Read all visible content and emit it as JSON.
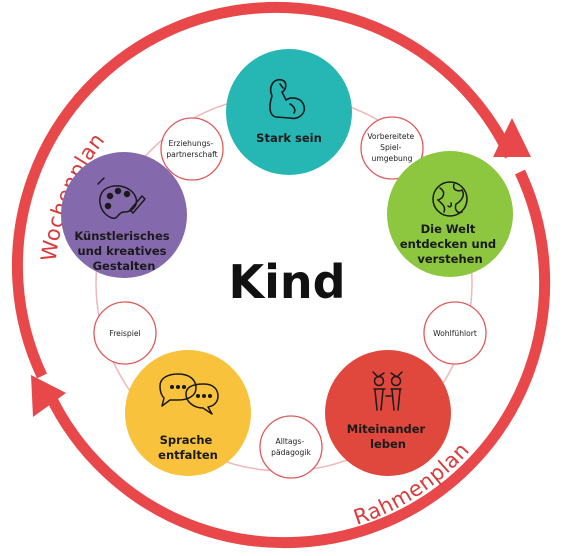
{
  "outer_ring": {
    "top_label": "Wochenplan",
    "bottom_label": "Rahmenplan",
    "color": "#e8484a"
  },
  "center": {
    "label": "Kind"
  },
  "main_circles": [
    {
      "id": "stark-sein",
      "lines": [
        "Stark sein"
      ],
      "color": "#26b7b5",
      "icon": "flexing-arm-icon"
    },
    {
      "id": "die-welt",
      "lines": [
        "Die Welt",
        "entdecken und",
        "verstehen"
      ],
      "color": "#8dc63f",
      "icon": "globe-icon"
    },
    {
      "id": "miteinander-leben",
      "lines": [
        "Miteinander",
        "leben"
      ],
      "color": "#e0483e",
      "icon": "people-icon"
    },
    {
      "id": "sprache-entfalten",
      "lines": [
        "Sprache",
        "entfalten"
      ],
      "color": "#f9c23c",
      "icon": "speech-bubbles-icon"
    },
    {
      "id": "kuenstlerisches",
      "lines": [
        "Künstlerisches",
        "und kreatives",
        "Gestalten"
      ],
      "color": "#8569ad",
      "icon": "paint-palette-icon"
    }
  ],
  "small_circles": [
    {
      "id": "vorbereitete",
      "lines": [
        "Vorbereitete",
        "Spiel-",
        "umgebung"
      ]
    },
    {
      "id": "wohlfuehlort",
      "lines": [
        "Wohlfühlort"
      ]
    },
    {
      "id": "alltagspaedagogik",
      "lines": [
        "Alltags-",
        "pädagogik"
      ]
    },
    {
      "id": "freispiel",
      "lines": [
        "Freispiel"
      ]
    },
    {
      "id": "erziehungspartnerschaft",
      "lines": [
        "Erziehungs-",
        "partnerschaft"
      ]
    }
  ]
}
